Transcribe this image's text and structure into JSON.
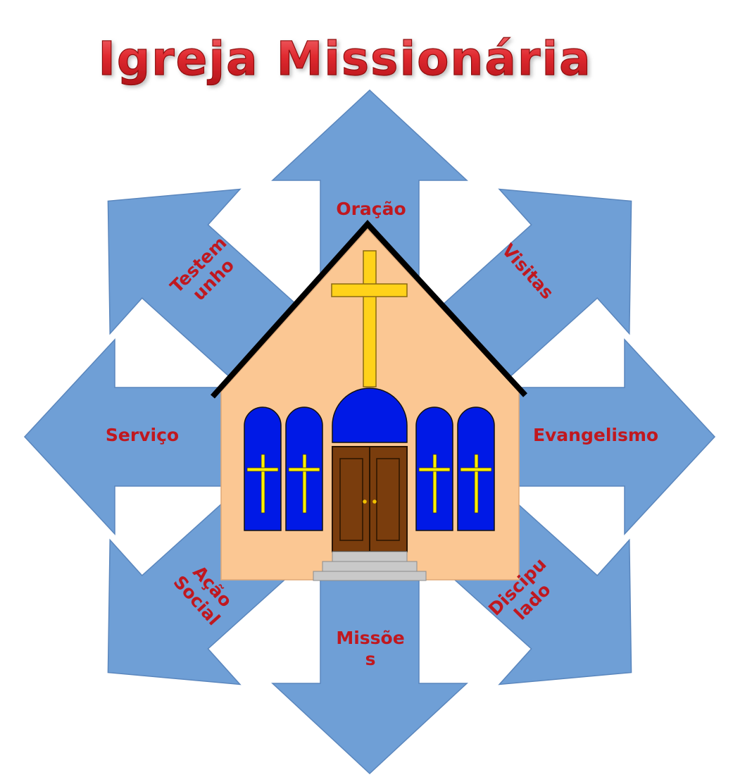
{
  "title": "Igreja Missionária",
  "colors": {
    "title_red": "#d2232a",
    "arrow_blue": "#6f9fd6",
    "label_red": "#c0181f",
    "wall": "#fbc793",
    "roof_line": "#000000",
    "window_blue": "#0019e6",
    "cross_yellow": "#ffd21a",
    "door_brown": "#7a3d0d",
    "step_gray": "#c9c9c9"
  },
  "arrows": [
    {
      "id": "oracao",
      "direction": "up",
      "lines": [
        "Oração"
      ]
    },
    {
      "id": "visitas",
      "direction": "up-right",
      "lines": [
        "Visitas"
      ]
    },
    {
      "id": "evangelismo",
      "direction": "right",
      "lines": [
        "Evangelismo"
      ]
    },
    {
      "id": "discipulado",
      "direction": "down-right",
      "lines": [
        "Discipu",
        "lado"
      ]
    },
    {
      "id": "missoes",
      "direction": "down",
      "lines": [
        "Missõe",
        "s"
      ]
    },
    {
      "id": "acao-social",
      "direction": "down-left",
      "lines": [
        "Ação",
        "Social"
      ]
    },
    {
      "id": "servico",
      "direction": "left",
      "lines": [
        "Serviço"
      ]
    },
    {
      "id": "testemunho",
      "direction": "up-left",
      "lines": [
        "Testem",
        "unho"
      ]
    }
  ],
  "church": {
    "icons": [
      "church-building",
      "cross-icon",
      "window-cross-icon",
      "double-door",
      "entrance-steps"
    ]
  }
}
